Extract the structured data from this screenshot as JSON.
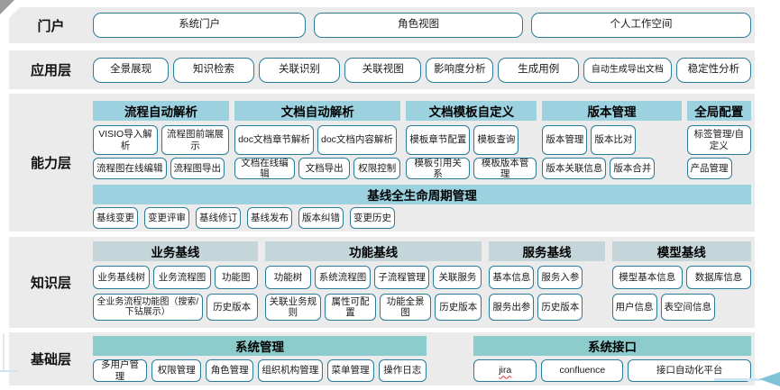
{
  "colors": {
    "band_background": "#ebebeb",
    "capability_header": "#9cd1e0",
    "knowledge_header": "#c4d6da",
    "foundation_header": "#8ccccc",
    "box_border": "#2a7c97",
    "arrow_accent": "#7fc3d6",
    "spellcheck_underline": "#e03030"
  },
  "portal": {
    "label": "门户",
    "items": [
      "系统门户",
      "角色视图",
      "个人工作空间"
    ]
  },
  "application": {
    "label": "应用层",
    "items": [
      "全景展现",
      "知识检索",
      "关联识别",
      "关联视图",
      "影响度分析",
      "生成用例",
      "自动生成导出文档",
      "稳定性分析"
    ]
  },
  "capability": {
    "label": "能力层",
    "groups": [
      {
        "title": "流程自动解析",
        "row1": [
          "VISIO导入解析",
          "流程图前端展示"
        ],
        "row2": [
          "流程图在线编辑",
          "流程图导出"
        ]
      },
      {
        "title": "文档自动解析",
        "row1": [
          "doc文档章节解析",
          "doc文档内容解析"
        ],
        "row2": [
          "文档在线编辑",
          "文档导出",
          "权限控制"
        ]
      },
      {
        "title": "文档模板自定义",
        "row1": [
          "模板章节配置",
          "模板查询"
        ],
        "row2": [
          "模板引用关系",
          "模板版本管理"
        ]
      },
      {
        "title": "版本管理",
        "row1": [
          "版本管理",
          "版本比对"
        ],
        "row2": [
          "版本关联信息",
          "版本合并"
        ]
      },
      {
        "title": "全局配置",
        "row1": [
          "标签管理/自定义"
        ],
        "row2": [
          "产品管理"
        ]
      }
    ],
    "baseline": {
      "title": "基线全生命周期管理",
      "items": [
        "基线变更",
        "变更评审",
        "基线修订",
        "基线发布",
        "版本纠错",
        "变更历史"
      ]
    }
  },
  "knowledge": {
    "label": "知识层",
    "groups": [
      {
        "title": "业务基线",
        "row1": [
          "业务基线树",
          "业务流程图",
          "功能图"
        ],
        "row2": [
          "全业务流程功能图（搜索/下钻展示）",
          "历史版本"
        ]
      },
      {
        "title": "功能基线",
        "row1": [
          "功能树",
          "系统流程图",
          "子流程管理",
          "关联服务"
        ],
        "row2": [
          "关联业务规则",
          "属性可配置",
          "功能全景图",
          "历史版本"
        ]
      },
      {
        "title": "服务基线",
        "row1": [
          "基本信息",
          "服务入参"
        ],
        "row2": [
          "服务出参",
          "历史版本"
        ]
      },
      {
        "title": "模型基线",
        "row1": [
          "模型基本信息",
          "数据库信息"
        ],
        "row2": [
          "用户信息",
          "表空间信息"
        ]
      }
    ]
  },
  "foundation": {
    "label": "基础层",
    "groups": [
      {
        "title": "系统管理",
        "items": [
          "多用户管理",
          "权限管理",
          "角色管理",
          "组织机构管理",
          "菜单管理",
          "操作日志"
        ]
      },
      {
        "title": "系统接口",
        "items": [
          "jira",
          "confluence",
          "接口自动化平台"
        ]
      }
    ]
  }
}
